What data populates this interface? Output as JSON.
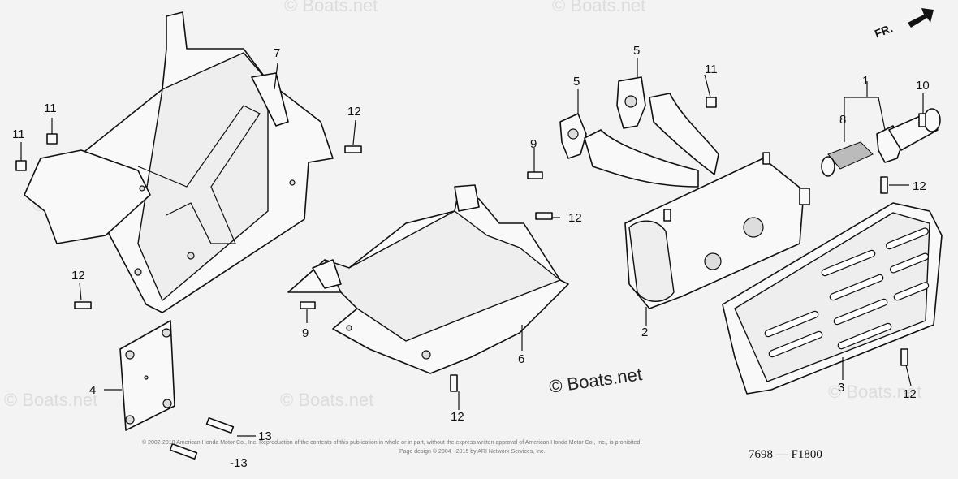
{
  "watermark": "© Boats.net",
  "brand": "© Boats.net",
  "copyright_line1": "© 2002-2018 American Honda Motor Co., Inc. Reproduction of the contents of this publication in whole or in part, without the express written approval of American Honda Motor Co., Inc., is prohibited.",
  "copyright_line2": "Page design © 2004 - 2015 by ARI Network Services, Inc.",
  "diagram_code": "7698 — F1800",
  "direction_label": "FR.",
  "callouts": {
    "c1": "1",
    "c2": "2",
    "c3": "3",
    "c4": "4",
    "c5a": "5",
    "c5b": "5",
    "c6": "6",
    "c7": "7",
    "c8": "8",
    "c9a": "9",
    "c9b": "9",
    "c10": "10",
    "c11a": "11",
    "c11b": "11",
    "c11c": "11",
    "c12a": "12",
    "c12b": "12",
    "c12c": "12",
    "c12d": "12",
    "c12e": "12",
    "c12f": "12",
    "c13a": "13",
    "c13b": "-13"
  }
}
